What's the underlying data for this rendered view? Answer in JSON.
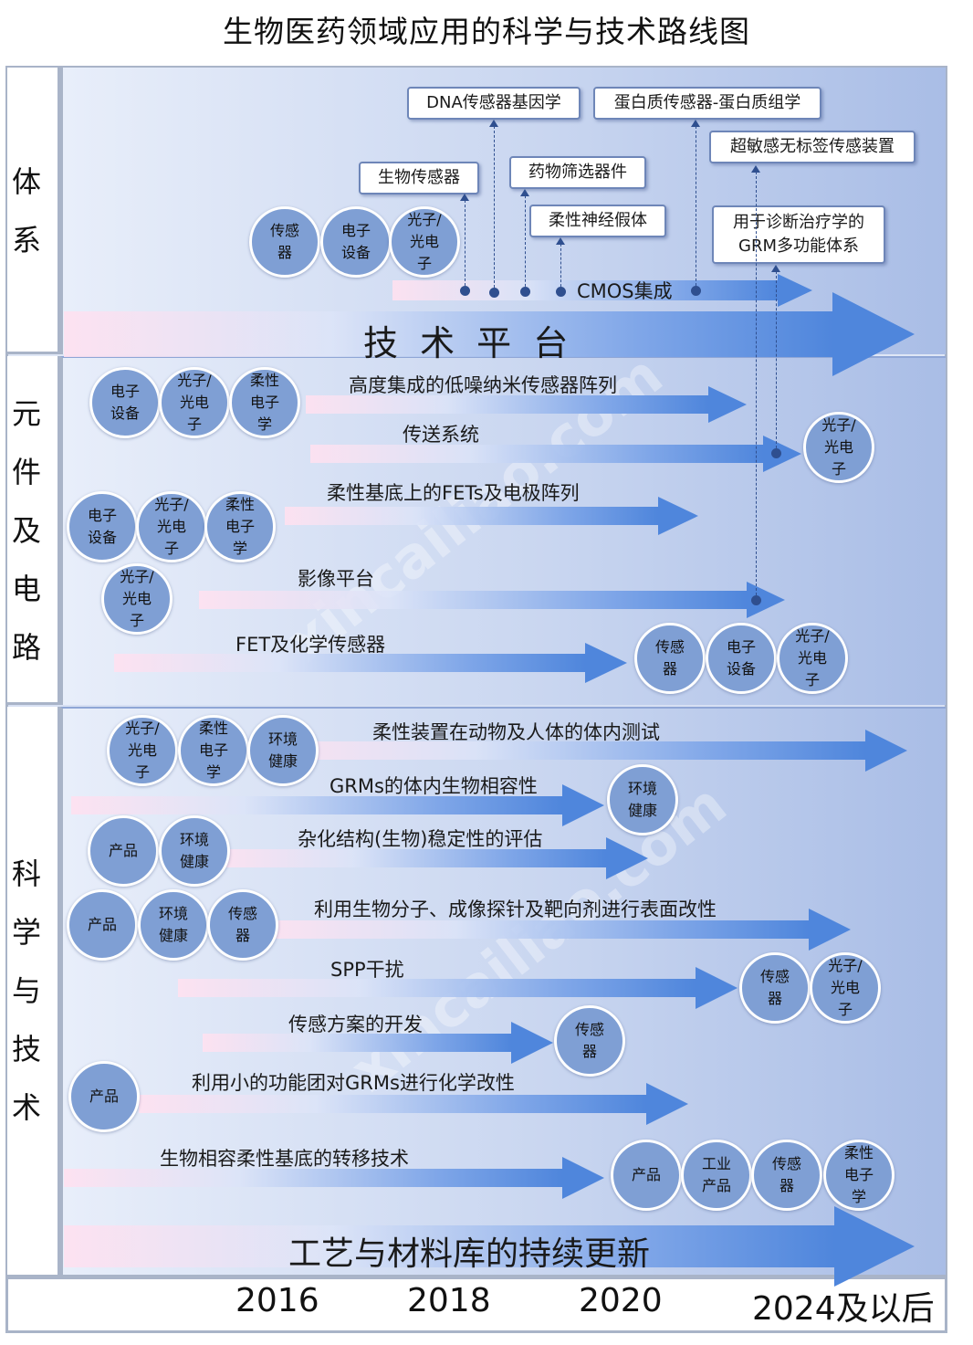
{
  "title": "生物医药领域应用的科学与技术路线图",
  "watermarks": [
    "xincailiao.com",
    "xincailiao.com"
  ],
  "sections": [
    {
      "label": "体系"
    },
    {
      "label": "元件及电路"
    },
    {
      "label": "科学与技术"
    }
  ],
  "years": [
    "2016",
    "2018",
    "2020",
    "2024及以后"
  ],
  "s1": {
    "circles": [
      "传感\n器",
      "电子\n设备",
      "光子/\n光电\n子"
    ],
    "platform_label": "技 术 平 台",
    "cmos_label": "CMOS集成",
    "boxes": [
      "DNA传感器基因学",
      "蛋白质传感器-蛋白质组学",
      "生物传感器",
      "药物筛选器件",
      "超敏感无标签传感装置",
      "柔性神经假体",
      "用于诊断治疗学的\nGRM多功能体系"
    ]
  },
  "s2": {
    "rows": [
      {
        "label": "高度集成的低噪纳米传感器阵列",
        "circles": [
          "电子\n设备",
          "光子/\n光电\n子",
          "柔性\n电子\n学"
        ]
      },
      {
        "label": "传送系统",
        "circles": [
          "光子/\n光电\n子"
        ]
      },
      {
        "label": "柔性基底上的FETs及电极阵列",
        "circles": [
          "电子\n设备",
          "光子/\n光电\n子",
          "柔性\n电子\n学"
        ]
      },
      {
        "label": "影像平台",
        "circles": [
          "光子/\n光电\n子"
        ]
      },
      {
        "label": "FET及化学传感器",
        "circles": [
          "传感\n器",
          "电子\n设备",
          "光子/\n光电\n子"
        ]
      }
    ]
  },
  "s3": {
    "rows": [
      {
        "label": "柔性装置在动物及人体的体内测试",
        "circles": [
          "光子/\n光电\n子",
          "柔性\n电子\n学",
          "环境\n健康"
        ]
      },
      {
        "label": "GRMs的体内生物相容性",
        "circles": [
          "环境\n健康"
        ]
      },
      {
        "label": "杂化结构(生物)稳定性的评估",
        "circles": [
          "产品",
          "环境\n健康"
        ]
      },
      {
        "label": "利用生物分子、成像探针及靶向剂进行表面改性",
        "circles": [
          "产品",
          "环境\n健康",
          "传感\n器"
        ]
      },
      {
        "label": "SPP干扰",
        "circles": [
          "传感\n器",
          "光子/\n光电\n子"
        ]
      },
      {
        "label": "传感方案的开发",
        "circles": [
          "传感\n器"
        ]
      },
      {
        "label": "利用小的功能团对GRMs进行化学改性",
        "circles": [
          "产品"
        ]
      },
      {
        "label": "生物相容柔性基底的转移技术",
        "circles": [
          "产品",
          "工业\n产品",
          "传感\n器",
          "柔性\n电子\n学"
        ]
      }
    ],
    "bottom_label": "工艺与材料库的持续更新"
  }
}
